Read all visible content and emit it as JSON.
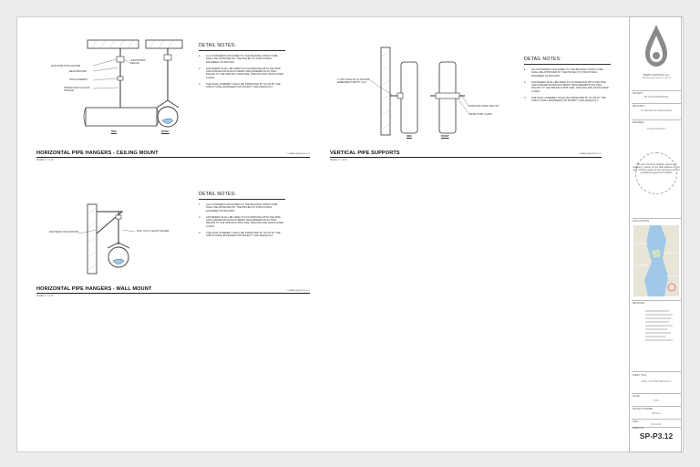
{
  "details": [
    {
      "title": "HORIZONTAL PIPE HANGERS - CEILING MOUNT",
      "scale": "SCALE: 1\" = 1'-0\"",
      "ref": "© SMART AQUATICS LLC",
      "callouts": [
        "ROD HOSE STUD ANCHOR",
        "BEAM BRACKET",
        "HOLD ASSEMBLY",
        "THREAD ROD & CLEVIS HANGER",
        "ANCHOR BOX CEILING",
        "SIDE",
        "FRONT"
      ]
    },
    {
      "title": "VERTICAL PIPE SUPPORTS",
      "scale": "SCALE: 1\" = 1'-0\"",
      "ref": "© SMART AQUATICS LLC",
      "callouts": [
        "3\" STD HOSE OR LG ANCHOR EMBEDMENT DEPTH 1-1/2\"",
        "STAINLESS STEEL HEX NUT",
        "OFFSET PIPE CLAMP",
        "SIDE",
        "FRONT"
      ]
    },
    {
      "title": "HORIZONTAL PIPE HANGERS - WALL MOUNT",
      "scale": "SCALE: 1\" = 1'-0\"",
      "ref": "© SMART AQUATICS LLC",
      "callouts": [
        "ROD HEAD STUD ANCHOR",
        "ROD, NUT & CLEVIS HANGER"
      ]
    }
  ],
  "notes": {
    "heading": "DETAIL NOTES:",
    "items": [
      "ALL FASTENERS ANCHORED TO THE BUILDING STRUCTURE SHALL BE APPROVED BY THE PROJECTS STRUCTURAL ENGINEER OF RECORD.",
      "FASTENERS SHALL BE SIZED IN ACCORDANCE WITH THE PIPE AND HANGER MANUFACTURERS' REQUIREMENTS AS THEY RELATE TO THE SPECIFIC PIPE SIZE, SPACING AND ASSOCIATED LOADS.",
      "THE FINAL ASSEMBLY SHALL BE INSPECTED BY SA OR BY THE STRUCTURAL ENGINEER FOR RIGIDITY AND ADEQUACY."
    ]
  },
  "titleblock": {
    "company": "SMART AQUATICS, LLC",
    "address": "3498 Bird Blvd, Miami, FL 33133",
    "project_label": "PROJECT",
    "project": "PB LUXE RESIDENCE",
    "architect_label": "ARCHITECT",
    "architect": "AT FRANCO & ASSOCIATES",
    "engineer_label": "ENGINEER",
    "engineer": "PLAN CONSULT",
    "seal_text": "This item has been digitally signed and sealed by (name) on the date adjacent to the seal. Printed copies of this document are not considered signed and sealed.",
    "site_location_label": "SITE LOCATION",
    "revisions_label": "REVISIONS",
    "sheet_title_label": "SHEET TITLE",
    "sheet_title": "PIPE + FITTING DETAILS 3",
    "scale_label": "SCALE",
    "scale": "NTS",
    "project_no_label": "PROJECT NUMBER",
    "project_no": "2023-12",
    "date_label": "DATE",
    "date": "09-12-24",
    "sheet_no_label": "SHEET NO",
    "sheet_no": "SP-P3.12"
  }
}
